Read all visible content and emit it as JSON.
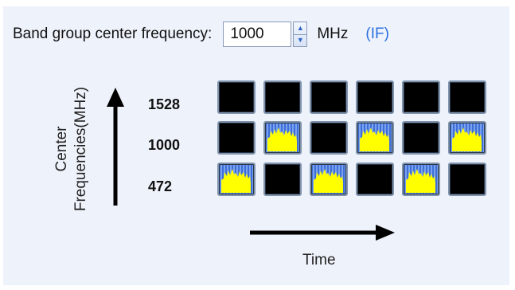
{
  "controls": {
    "band_label": "Band group center frequency:",
    "center_frequency_value": "1000",
    "unit": "MHz",
    "if_link": "(IF)"
  },
  "diagram": {
    "y_axis_label_line1": "Center",
    "y_axis_label_line2": "Frequencies(MHz)",
    "x_axis_label": "Time",
    "frequencies": [
      "1528",
      "1000",
      "472"
    ],
    "time_slots": 6,
    "active_cells": [
      {
        "row": "1000",
        "slots": [
          2,
          4,
          6
        ]
      },
      {
        "row": "472",
        "slots": [
          1,
          3,
          5
        ]
      }
    ],
    "colors": {
      "cell_inactive": "#000000",
      "burst": "#ffff00",
      "cell_stripes": "#3f6fd6",
      "arrow": "#000000",
      "if_link": "#2b6fe0"
    }
  }
}
